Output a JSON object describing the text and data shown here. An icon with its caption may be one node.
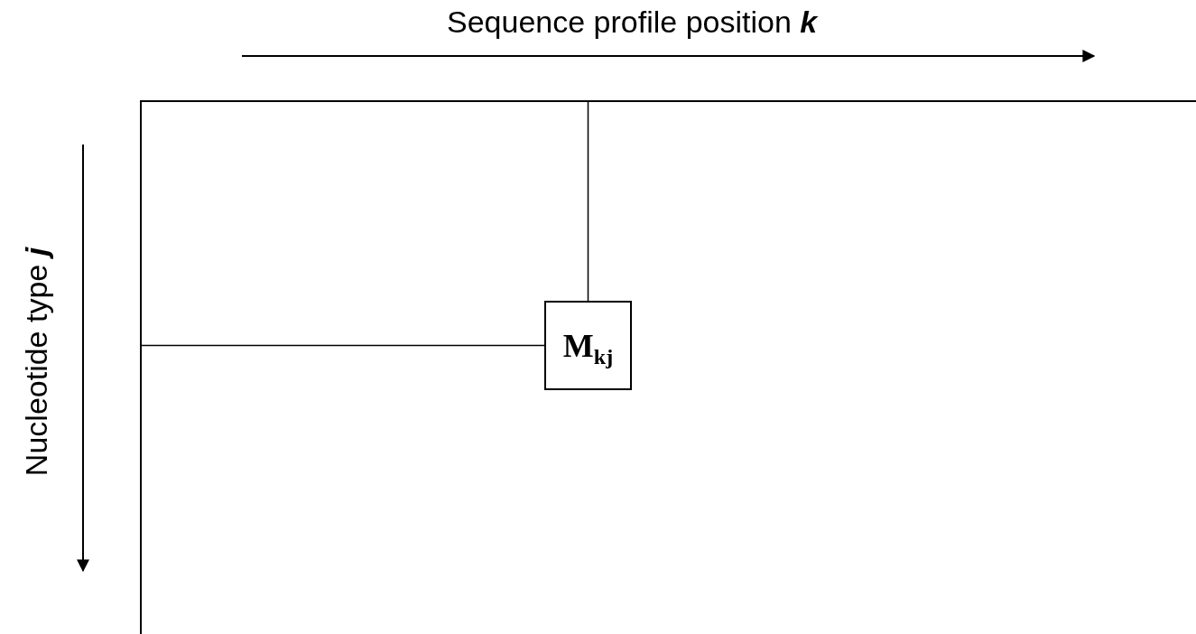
{
  "diagram": {
    "nodes": [
      {
        "text": [],
        "shape": "box"
      },
      {
        "text": [
          "M$_{kj}$"
        ],
        "in": 0
      }
    ],
    "edges": [
      {
        "from": 1,
        "to": 0,
        "arrow": "none"
      },
      {
        "from": 1,
        "to": 0,
        "arrow": "none"
      }
    ],
    "labels": [
      "Sequence profile position *k*",
      "Nucleotide type *j*"
    ]
  }
}
